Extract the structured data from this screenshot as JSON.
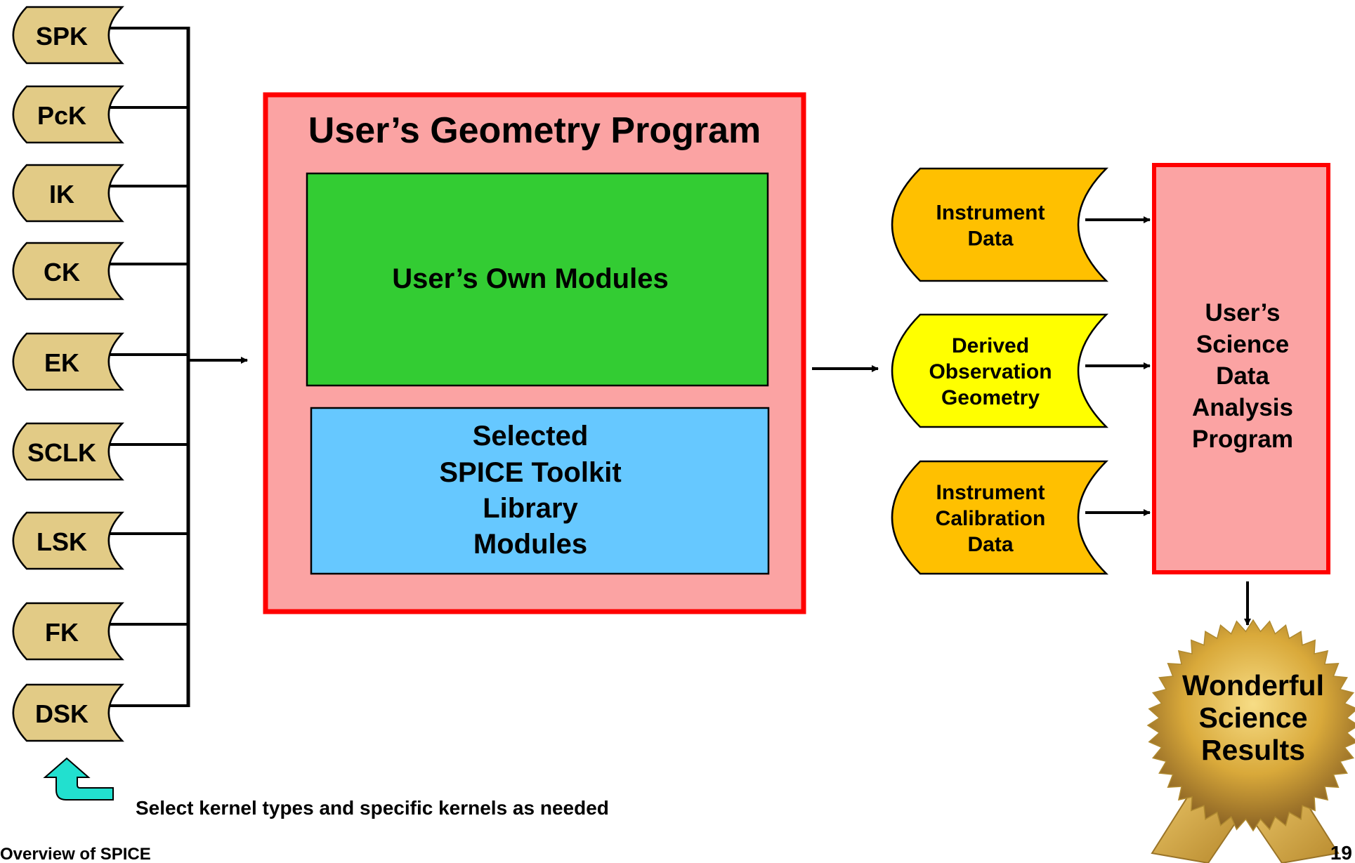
{
  "colors": {
    "kernel_fill": "#e2cb86",
    "program_fill": "#fba3a3",
    "program_border": "#ff0000",
    "own_modules_fill": "#33cc33",
    "toolkit_fill": "#66c8ff",
    "instrument_fill": "#ffc000",
    "geometry_fill": "#ffff00",
    "seal_gold": "#d9a93a",
    "select_arrow": "#22e0cf"
  },
  "kernels": [
    "SPK",
    "PcK",
    "IK",
    "CK",
    "EK",
    "SCLK",
    "LSK",
    "FK",
    "DSK"
  ],
  "program": {
    "title": "User’s Geometry Program",
    "own_modules": "User’s Own Modules",
    "toolkit_lines": [
      "Selected",
      "SPICE Toolkit",
      "Library",
      "Modules"
    ]
  },
  "data_files": [
    {
      "lines": [
        "Instrument",
        "Data"
      ],
      "color_key": "instrument_fill"
    },
    {
      "lines": [
        "Derived",
        "Observation",
        "Geometry"
      ],
      "color_key": "geometry_fill"
    },
    {
      "lines": [
        "Instrument",
        "Calibration",
        "Data"
      ],
      "color_key": "instrument_fill"
    }
  ],
  "analysis": {
    "lines": [
      "User’s",
      "Science",
      "Data",
      "Analysis",
      "Program"
    ]
  },
  "results": {
    "lines": [
      "Wonderful",
      "Science",
      "Results"
    ]
  },
  "select_note": "Select kernel types and specific kernels as needed",
  "footer": {
    "left": "Overview of SPICE",
    "page": "19"
  }
}
